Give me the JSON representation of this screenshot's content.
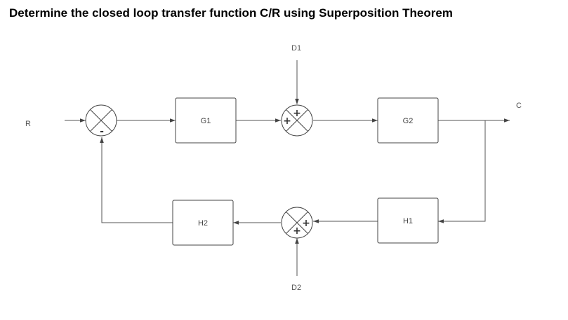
{
  "title": "Determine the closed loop transfer function C/R using Superposition Theorem",
  "signals": {
    "input": "R",
    "output": "C",
    "disturbance1": "D1",
    "disturbance2": "D2"
  },
  "blocks": {
    "g1": "G1",
    "g2": "G2",
    "h1": "H1",
    "h2": "H2"
  },
  "summing_junctions": {
    "s1": {
      "feedback_sign": "-"
    },
    "s2": {
      "left_sign": "+",
      "top_sign": "+"
    },
    "s3": {
      "right_sign": "+",
      "bottom_sign": "+"
    }
  },
  "colors": {
    "line": "#555555",
    "block_border": "#444444",
    "title": "#000000"
  }
}
